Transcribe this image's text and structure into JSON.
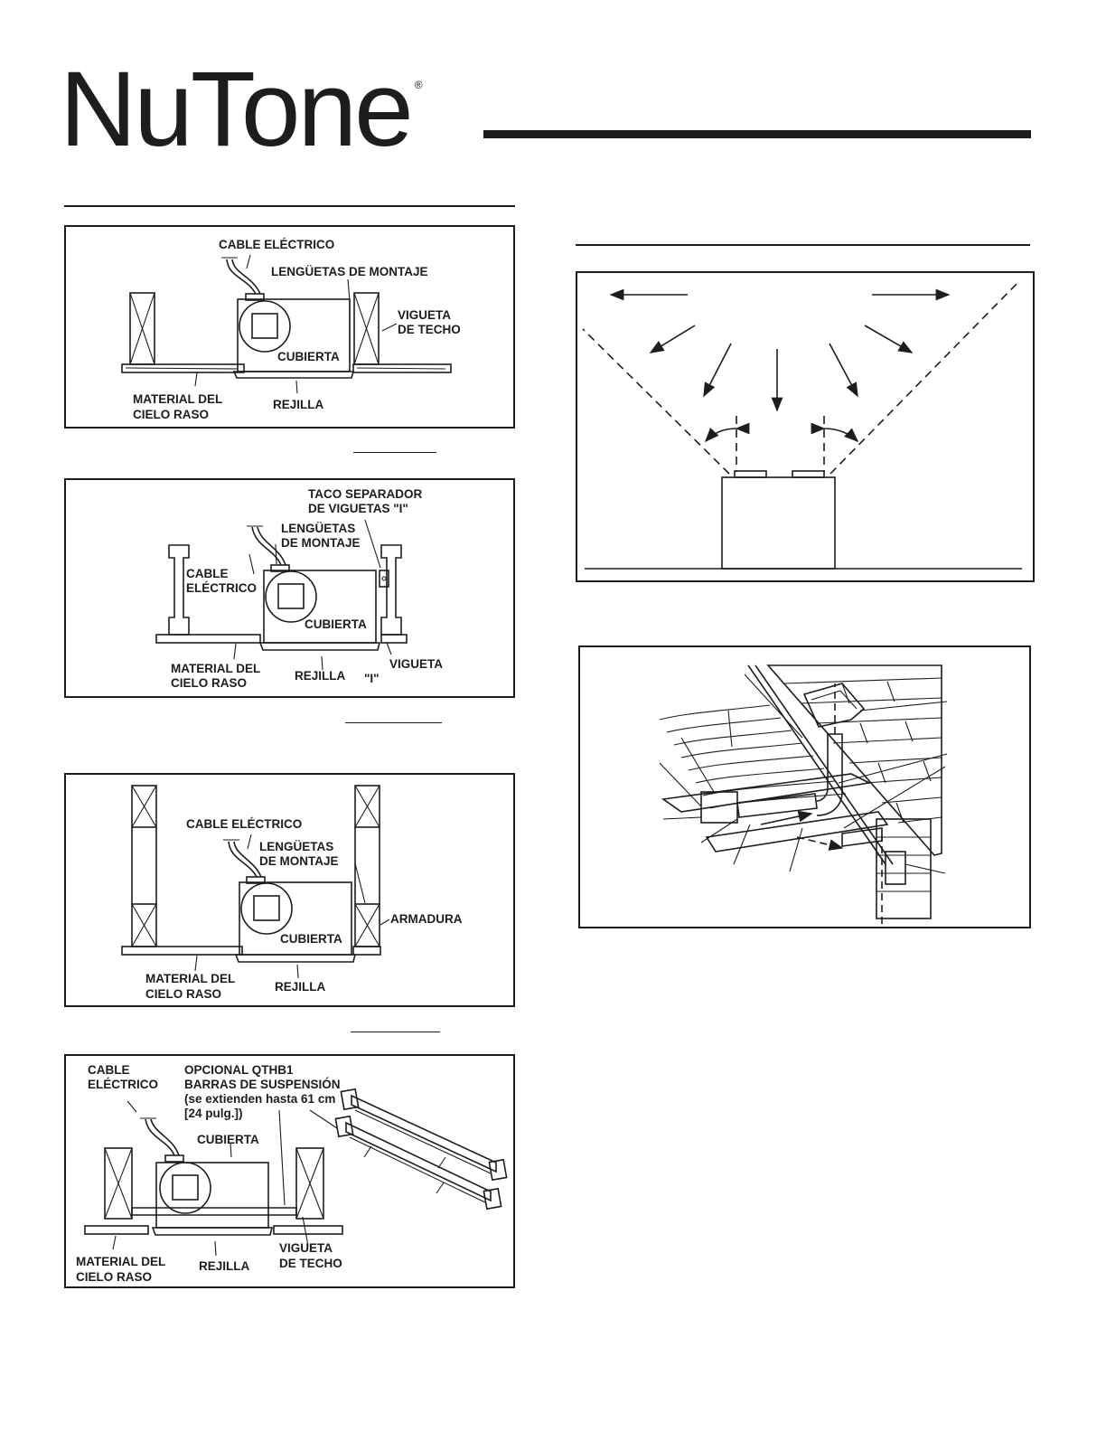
{
  "brand": {
    "name": "NuTone",
    "mark": "®"
  },
  "fig1": {
    "cable": "CABLE ELÉCTRICO",
    "tabs": "LENGÜETAS DE MONTAJE",
    "joist_1": "VIGUETA",
    "joist_2": "DE TECHO",
    "housing": "CUBIERTA",
    "ceiling_1": "MATERIAL DEL",
    "ceiling_2": "CIELO RASO",
    "grille": "REJILLA"
  },
  "fig2": {
    "spacer_1": "TACO SEPARADOR",
    "spacer_2": "DE VIGUETAS \"I\"",
    "tabs_1": "LENGÜETAS",
    "tabs_2": "DE MONTAJE",
    "cable_1": "CABLE",
    "cable_2": "ELÉCTRICO",
    "housing": "CUBIERTA",
    "ceiling_1": "MATERIAL DEL",
    "ceiling_2": "CIELO RASO",
    "grille": "REJILLA",
    "ijoist_1": "VIGUETA",
    "ijoist_2": "\"I\""
  },
  "fig3": {
    "cable": "CABLE ELÉCTRICO",
    "tabs_1": "LENGÜETAS",
    "tabs_2": "DE MONTAJE",
    "truss": "ARMADURA",
    "housing": "CUBIERTA",
    "ceiling_1": "MATERIAL DEL",
    "ceiling_2": "CIELO RASO",
    "grille": "REJILLA"
  },
  "fig4": {
    "cable_1": "CABLE",
    "cable_2": "ELÉCTRICO",
    "option_1": "OPCIONAL QTHB1",
    "option_2": "BARRAS DE SUSPENSIÓN",
    "option_3": "(se extienden hasta 61 cm",
    "option_4": "[24 pulg.])",
    "housing": "CUBIERTA",
    "ceiling_1": "MATERIAL DEL",
    "ceiling_2": "CIELO RASO",
    "grille": "REJILLA",
    "joist_1": "VIGUETA",
    "joist_2": "DE TECHO"
  }
}
